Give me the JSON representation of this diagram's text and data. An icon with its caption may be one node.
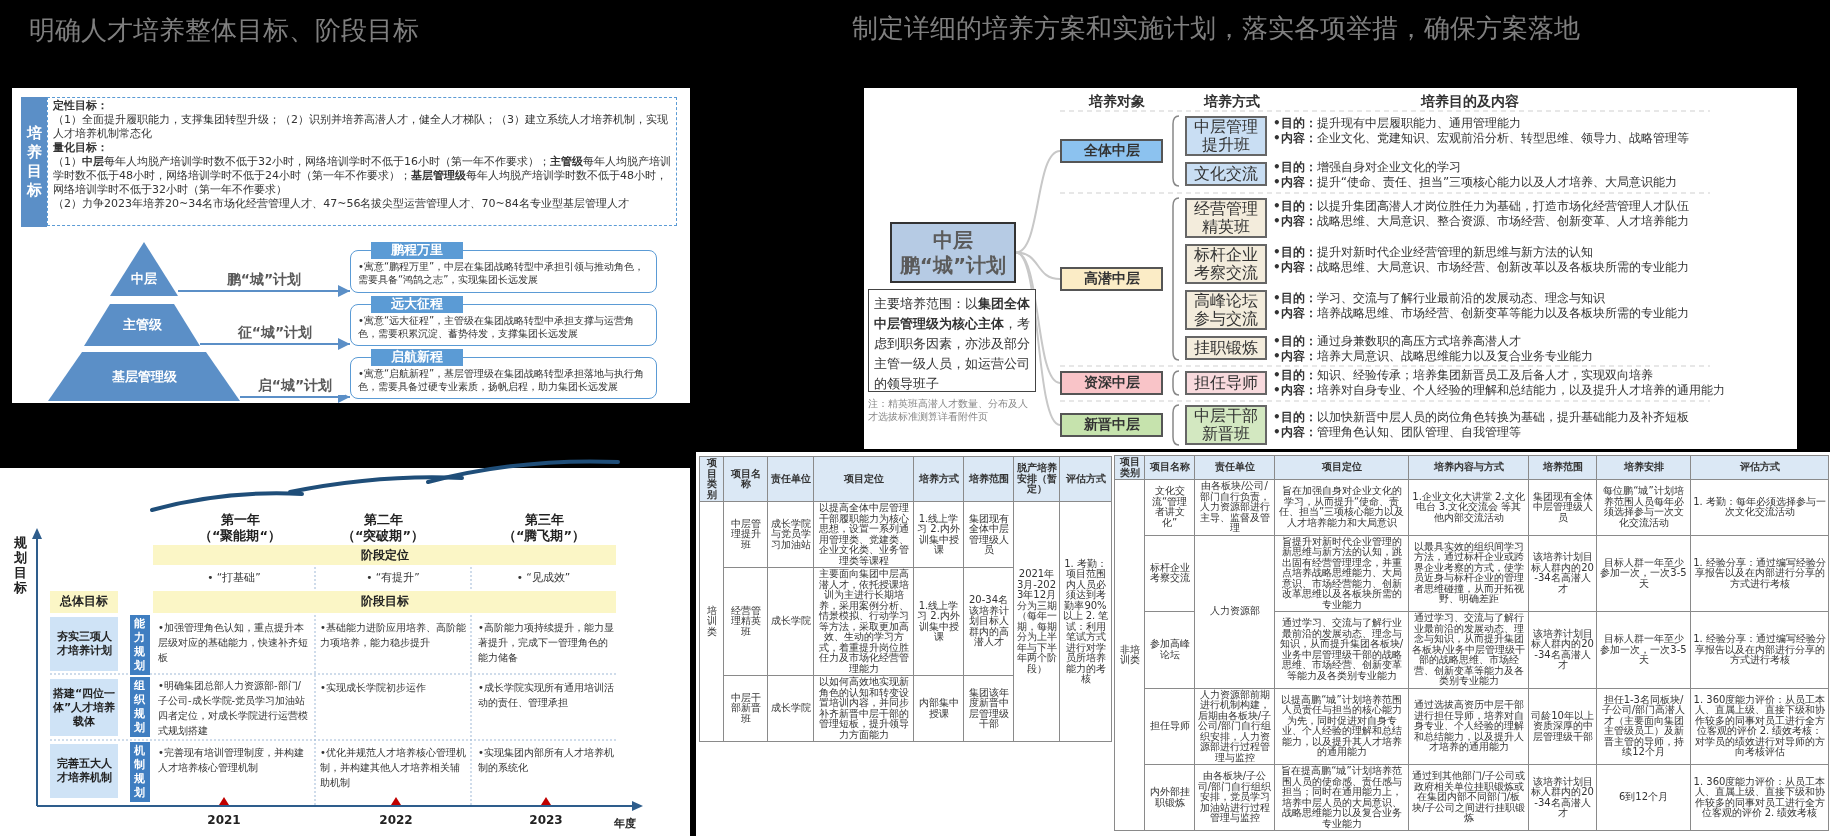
{
  "diagram": {
    "nodes": [
      {
        "text": [
          "培养目标",
          "定性目标：",
          "（1）全面提升履职能力，支撑集团转型升级；（2）识别并培养高潜人才，健全人才梯队；（3）建立系统人才培养机制，实现人才培养机制常态化",
          "量化目标：",
          "（1）**中层**每年人均脱产培训学时数不低于32小时，网络培训学时不低于16小时（第一年不作要求）；**主管级**每年人均脱产培训学时数不低于48小时，网络培训学时不低于24小时（第一年不作要求）；**基层管理级**每年人均脱产培训学时数不低于48小时，网络培训学时不低于32小时（第一年不作要求）",
          "（2）力争2023年培养20~34名市场化经营管理人才、47~56名拔尖型运营管理人才、70~84名专业型基层管理人才"
        ]
      },
      {
        "text": [
          "中层"
        ]
      },
      {
        "text": [
          "主管级"
        ]
      },
      {
        "text": [
          "基层管理级"
        ]
      },
      {
        "text": [
          "鹏程万里",
          "•寓意“鹏程万里”，中层在集团战略转型中承担引领与推动角色，需要具备“鸿鹄之志”，实现集团长远发展"
        ]
      },
      {
        "text": [
          "远大征程",
          "•寓意“远大征程”，主管级在集团战略转型中承担支撑与运营角色，需要积累沉淀、蓄势待发，支撑集团长远发展"
        ]
      },
      {
        "text": [
          "启航新程",
          "•寓意“启航新程”，基层管理级在集团战略转型承担落地与执行角色，需要具备过硬专业素质，扬帆启程，助力集团长远发展"
        ]
      },
      {
        "text": [
          "中层",
          "鹏“城”计划"
        ]
      },
      {
        "text": [
          "主要培养范围：以**集团全体中层管理级为核心主体**，考虑到职务因素，亦涉及部分主管一级人员，如运营公司的领导班子"
        ]
      },
      {
        "text": [
          "全体中层"
        ]
      },
      {
        "text": [
          "高潜中层"
        ]
      },
      {
        "text": [
          "资深中层"
        ]
      },
      {
        "text": [
          "新晋中层"
        ]
      },
      {
        "text": [
          "中层管理提升班"
        ],
        "beside": [
          "**•目的：**提升现有中层履职能力、通用管理能力",
          "**•内容：**企业文化、党建知识、宏观前沿分析、转型思维、领导力、战略管理等"
        ]
      },
      {
        "text": [
          "文化交流"
        ],
        "beside": [
          "**•目的：**增强自身对企业文化的学习",
          "**•内容：**提升“使命、责任、担当”三项核心能力以及人才培养、大局意识能力"
        ]
      },
      {
        "text": [
          "经营管理精英班"
        ],
        "beside": [
          "**•目的：**以提升集团高潜人才岗位胜任力为基础，打造市场化经营管理人才队伍",
          "**•内容：**战略思维、大局意识、整合资源、市场经营、创新变革、人才培养能力"
        ]
      },
      {
        "text": [
          "标杆企业考察交流"
        ],
        "beside": [
          "**•目的：**提升对新时代企业经营管理的新思维与新方法的认知",
          "**•内容：**战略思维、大局意识、市场经营、创新改革以及各板块所需的专业能力"
        ]
      },
      {
        "text": [
          "高峰论坛参与交流"
        ],
        "beside": [
          "**•目的：**学习、交流与了解行业最前沿的发展动态、理念与知识",
          "**•内容：**培养战略思维、市场经营、创新变革等能力以及各板块所需的专业能力"
        ]
      },
      {
        "text": [
          "挂职锻炼"
        ],
        "beside": [
          "**•目的：**通过身兼数职的高压方式培养高潜人才",
          "**•内容：**培养大局意识、战略思维能力以及复合业务专业能力"
        ]
      },
      {
        "text": [
          "担任导师"
        ],
        "beside": [
          "**•目的：**知识、经验传承；培养集团新晋员工及后备人才，实现双向培养",
          "**•内容：**培养对自身专业、个人经验的理解和总结能力，以及提升人才培养的通用能力"
        ]
      },
      {
        "text": [
          "中层干部新晋班"
        ],
        "beside": [
          "**•目的：**以加快新晋中层人员的岗位角色转换为基础，提升基础能力及补齐短板",
          "**•内容：**管理角色认知、团队管理、自我管理等"
        ]
      }
    ],
    "edges": [
      {
        "from": 1,
        "to": 4,
        "arrow": "to",
        "label": "鹏“城”计划",
        "color": "#5b8fc7"
      },
      {
        "from": 2,
        "to": 5,
        "arrow": "to",
        "label": "征“城”计划",
        "color": "#5b8fc7"
      },
      {
        "from": 3,
        "to": 6,
        "arrow": "to",
        "label": "启“城”计划",
        "color": "#5b8fc7"
      },
      {
        "from": 7,
        "to": 9,
        "arrow": "none"
      },
      {
        "from": 7,
        "to": 10,
        "arrow": "none"
      },
      {
        "from": 7,
        "to": 11,
        "arrow": "none"
      },
      {
        "from": 7,
        "to": 12,
        "arrow": "none"
      }
    ],
    "labels": [
      "明确人才培养整体目标、阶段目标",
      "制定详细的培养方案和实施计划，落实各项举措，确保方案落地",
      "培养对象",
      "培养方式",
      "培养目的及内容",
      "注：精英班高潜人才数量、分布及人才选拔标准测算详看附件页",
      "第一年",
      "（“聚能期“）",
      "第二年",
      "（“突破期”）",
      "第三年",
      "（“腾飞期”）",
      "规划目标",
      "阶段定位",
      "• “打基础”",
      "• “有提升”",
      "• “见成效”",
      "总体目标",
      "阶段目标",
      "夯实三项人才培养计划",
      "能力规划",
      "•加强管理角色认知，重点提升本层级对应的基础能力，快速补齐短板",
      "•基础能力进阶应用培养、高阶能力项培养，能力稳步提升",
      "•高阶能力项持续提升，能力显著提升，完成下一管理角色的能力储备",
      "搭建“四位一体”人才培养载体",
      "组织规划",
      "•明确集团总部人力资源部-部门/子公司-成长学院-党员学习加油站四者定位，对成长学院进行运营模式规划搭建",
      "•实现成长学院初步运作",
      "•成长学院实现所有通用培训活动的责任、管理承担",
      "完善五大人才培养机制",
      "机制规划",
      "•完善现有培训管理制度，并构建人才培养核心管理机制",
      "•优化并规范人才培养核心管理机制，并构建其他人才培养相关辅助机制",
      "•实现集团内部所有人才培养机制的系统化",
      "2021",
      "2022",
      "2023",
      "年度",
      "项目类别",
      "项目名称",
      "责任单位",
      "项目定位",
      "培养方式",
      "培养范围",
      "脱产培养安排（暂定）",
      "评估方式",
      "培训类",
      "中层管理提升班",
      "成长学院与党员学习加油站",
      "以提高全体中层管理干部履职能力为核心思想，设置一系列通用管理类、党建类、企业文化类、业务管理类等课程",
      "1.线上学习 2.内外训集中授课",
      "集团现有全体中层管理级人员",
      "2021年3月-2023年12月分为三期（每年一期，每期分为上半年与下半年两个阶段）",
      "1. 考勤：项目范围内人员必须达到考勤率90%以上 2. 笔试：利用笔试方式进行对学员所培养能力的考核",
      "经营管理精英班",
      "成长学院",
      "主要面向集团中层高潜人才，依托授课培训为主进行长期培养，采用案例分析、情景模拟、行动学习等方法，采取更加高效、生动的学习方式，着重提升岗位胜任力及市场化经营管理能力",
      "1.线上学习 2.内外训集中授课",
      "20-34名该培养计划目标人群内的高潜人才",
      "中层干部新晋班",
      "成长学院",
      "以如何高效地实现新角色的认知和转变设置培训内容，并同步补齐新晋中层干部的管理短板，提升领导力方面能力",
      "内部集中授课",
      "集团该年度新晋中层管理级干部",
      "项目类别",
      "项目名称",
      "责任单位",
      "项目定位",
      "培养内容与方式",
      "培养范围",
      "培养安排",
      "评估方式",
      "非培训类",
      "文化交流“管理者讲文化”",
      "由各板块/公司/部门自行负责，人力资源部进行主导、监督及管理",
      "旨在加强自身对企业文化的学习，从而提升“使命、责任、担当”三项核心能力以及人才培养能力和大局意识",
      "1.企业文化大讲堂 2.文化电台 3.文化交流会 等其他内部交流活动",
      "集团现有全体中层管理级人员",
      "每位鹏“城”计划培养范围人员每年必须选择参与一次文化交流活动",
      "1. 考勤：每年必须选择参与一次文化交流活动",
      "标杆企业考察交流",
      "人力资源部",
      "旨提升对新时代企业管理的新思维与新方法的认知，跳出固有经营管理理念，并重点培养战略思维能力、大局意识、市场经营能力、创新改革思维以及各板块所需的专业能力",
      "以最具实效的组织间学习方法，通过标杆企业或跨界企业考察的方式，使学员近身与标杆企业的管理者思维碰撞，从而开拓视野、明确差距",
      "该培养计划目标人群内的20-34名高潜人才",
      "目标人群一年至少参加一次，一次3-5天",
      "1. 经验分享：通过编写经验分享报告以及在内部进行分享的方式进行考核",
      "参加高峰论坛",
      "通过学习、交流与了解行业最前沿的发展动态、理念与知识，从而提升集团各板块/业务中层管理级干部的战略思维、市场经营、创新变革等能力及各类别专业能力",
      "通过学习、交流与了解行业最前沿的发展动态、理念与知识，从而提升集团各板块/业务中层管理级干部的战略思维、市场经营、创新变革等能力及各类别专业能力",
      "该培养计划目标人群内的20-34名高潜人才",
      "目标人群一年至少参加一次，一次3-5天",
      "1. 经验分享：通过编写经验分享报告以及在内部进行分享的方式进行考核",
      "担任导师",
      "人力资源部前期进行机制构建，后期由各板块/子公司/部门自行组织安排，人力资源部进行过程管理与监控",
      "以提高鹏“城”计划培养范围人员责任与担当的核心能力为先，同时促进对自身专业、个人经验的理解和总结能力，以及提升其人才培养的通用能力",
      "通过选拔高资历中层干部进行担任导师，培养对自身专业、个人经验的理解和总结能力，以及提升人才培养的通用能力",
      "司龄10年以上资质深厚的中层管理级干部",
      "担任1-3名同板块/子公司/部门高潜人才（主要面向集团主管级员工）及新晋主管的导师，持续12个月",
      "1. 360度能力评价：从员工本人、直属上级、直接下级和协作较多的同事对员工进行全方位客观的评价 2. 绩效考核：对学员的绩效进行对导师的方向考核评估",
      "内外部挂职锻炼",
      "由各板块/子公司/部门自行组织安排，党员学习加油站进行过程管理与监控",
      "旨在提高鹏“城”计划培养范围人员的使命感、责任感与担当；同时在通用能力上，培养中层人员的大局意识、战略思维能力以及复合业务专业能力",
      "通过到其他部门/子公司或政府相关单位挂职锻炼或在集团内部不同部门/板块/子公司之间进行挂职锻炼",
      "该培养计划目标人群内的20-34名高潜人才",
      "6到12个月",
      "1. 360度能力评价：从员工本人、直属上级、直接下级和协作较多的同事对员工进行全方位客观的评价 2. 绩效考核"
    ]
  }
}
